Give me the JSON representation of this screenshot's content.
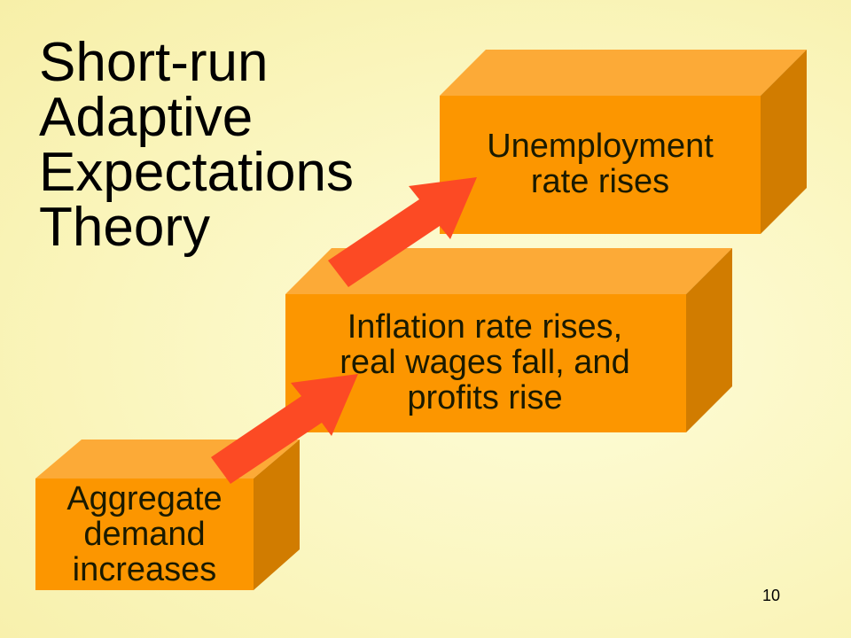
{
  "title_lines": [
    "Short-run",
    "Adaptive",
    "Expectations",
    "Theory"
  ],
  "steps": [
    {
      "lines": [
        "Aggregate",
        "demand",
        "increases"
      ]
    },
    {
      "lines": [
        "Inflation rate rises,",
        "real wages fall, and",
        "profits rise"
      ]
    },
    {
      "lines": [
        "Unemployment",
        "rate rises"
      ]
    }
  ],
  "page_number": "10",
  "colors": {
    "box_front": "#fc9600",
    "box_top": "#fcaa37",
    "box_side": "#d17c00",
    "arrow": "#fc4a24",
    "background": "#fbf7c3"
  }
}
